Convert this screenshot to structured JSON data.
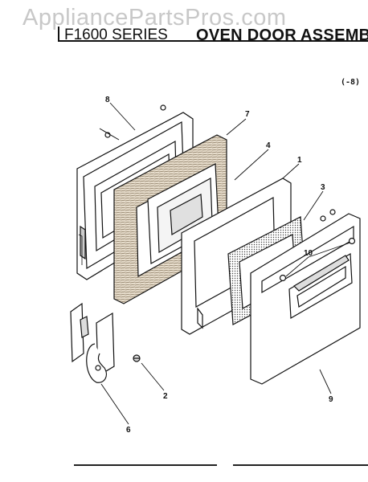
{
  "watermark": "AppliancePartsPros.com",
  "header": {
    "series": "F1600 SERIES",
    "title": "OVEN DOOR ASSEMBLY"
  },
  "diagram_code": "(-8)",
  "callouts": [
    {
      "id": "8",
      "part": "door-liner"
    },
    {
      "id": "7",
      "part": "insulation"
    },
    {
      "id": "4",
      "part": "inner-glass"
    },
    {
      "id": "1",
      "part": "door-frame"
    },
    {
      "id": "3",
      "part": "window-screen"
    },
    {
      "id": "10",
      "part": "handle-screw"
    },
    {
      "id": "9",
      "part": "outer-door-panel"
    },
    {
      "id": "2",
      "part": "hinge-screw"
    },
    {
      "id": "6",
      "part": "hinge"
    }
  ]
}
